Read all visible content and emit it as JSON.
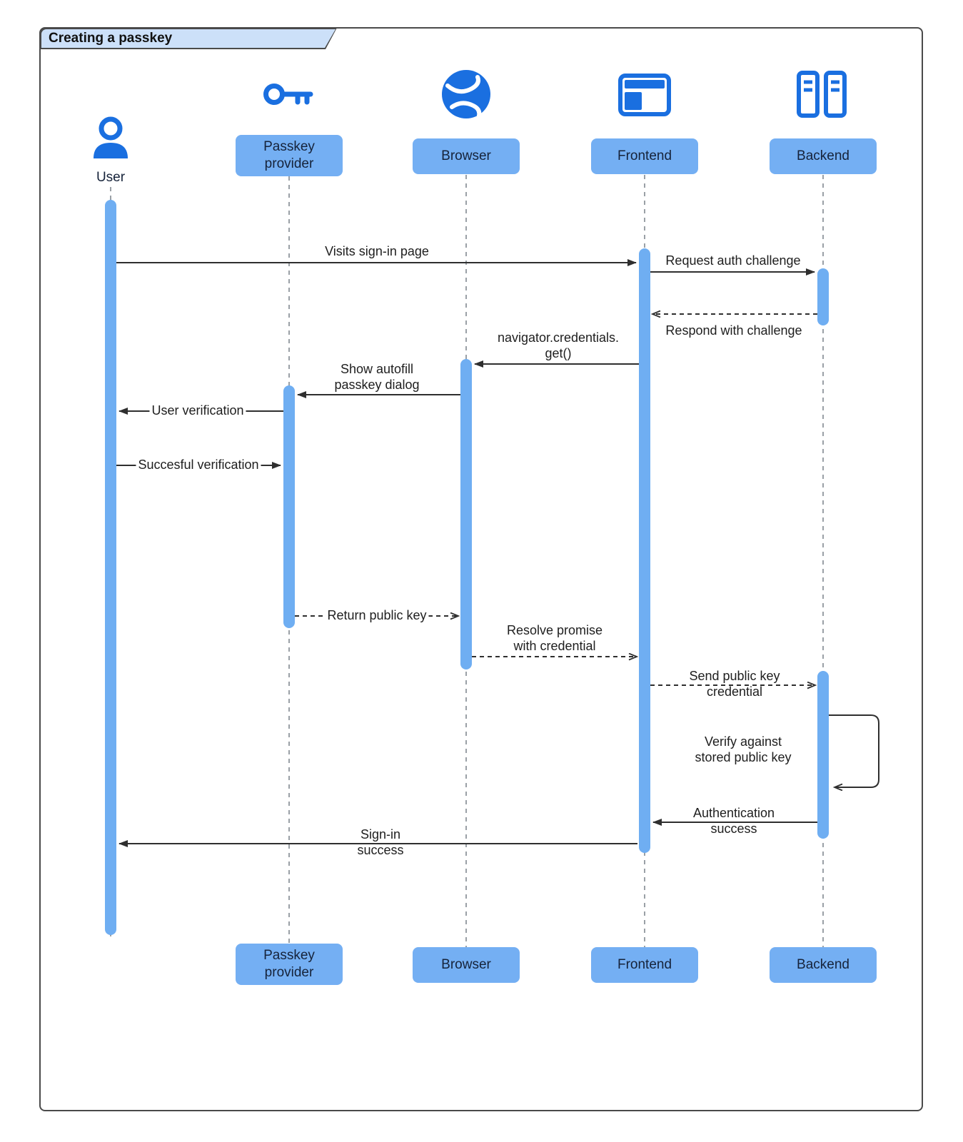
{
  "diagram_title": "Creating a passkey",
  "actors": [
    {
      "name": "user",
      "label": "User"
    },
    {
      "name": "passkey-provider",
      "label": "Passkey provider"
    },
    {
      "name": "browser",
      "label": "Browser"
    },
    {
      "name": "frontend",
      "label": "Frontend"
    },
    {
      "name": "backend",
      "label": "Backend"
    }
  ],
  "messages": [
    {
      "from": "user",
      "to": "frontend",
      "style": "solid",
      "label": "Visits sign-in page"
    },
    {
      "from": "frontend",
      "to": "backend",
      "style": "solid",
      "label": "Request auth challenge"
    },
    {
      "from": "backend",
      "to": "frontend",
      "style": "dashed",
      "label": "Respond with challenge"
    },
    {
      "from": "frontend",
      "to": "browser",
      "style": "solid",
      "label": "navigator.credentials.\nget()"
    },
    {
      "from": "browser",
      "to": "passkey-provider",
      "style": "solid",
      "label": "Show autofill\npasskey dialog"
    },
    {
      "from": "passkey-provider",
      "to": "user",
      "style": "solid",
      "label": "User verification"
    },
    {
      "from": "user",
      "to": "passkey-provider",
      "style": "solid",
      "label": "Succesful verification"
    },
    {
      "from": "passkey-provider",
      "to": "browser",
      "style": "dashed",
      "label": "Return public key"
    },
    {
      "from": "browser",
      "to": "frontend",
      "style": "dashed",
      "label": "Resolve promise\nwith credential"
    },
    {
      "from": "frontend",
      "to": "backend",
      "style": "dashed",
      "label": "Send public key\ncredential"
    },
    {
      "from": "backend",
      "to": "backend",
      "style": "self",
      "label": "Verify against\nstored public key"
    },
    {
      "from": "backend",
      "to": "frontend",
      "style": "solid",
      "label": "Authentication\nsuccess"
    },
    {
      "from": "frontend",
      "to": "user",
      "style": "solid",
      "label": "Sign-in\nsuccess"
    }
  ],
  "colors": {
    "icon_blue": "#1a6fe0",
    "shape_blue": "#74aff3",
    "activation_blue": "#6faef2",
    "tab_fill": "#cce0f9",
    "frame_border": "#4a4a4a"
  }
}
